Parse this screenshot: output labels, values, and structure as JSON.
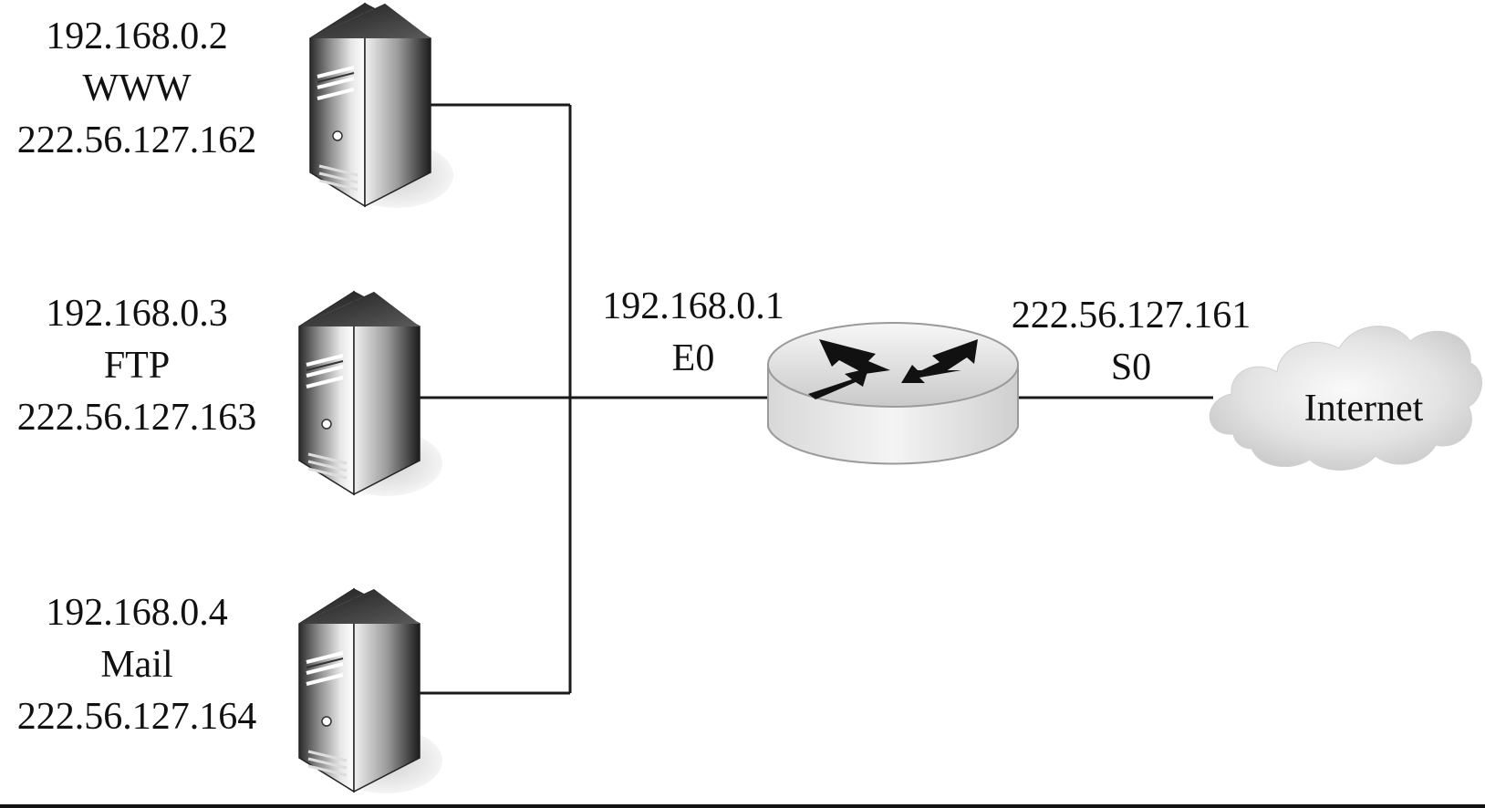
{
  "servers": [
    {
      "private_ip": "192.168.0.2",
      "service": "WWW",
      "public_ip": "222.56.127.162"
    },
    {
      "private_ip": "192.168.0.3",
      "service": "FTP",
      "public_ip": "222.56.127.163"
    },
    {
      "private_ip": "192.168.0.4",
      "service": "Mail",
      "public_ip": "222.56.127.164"
    }
  ],
  "router": {
    "e0_ip": "192.168.0.1",
    "e0_name": "E0",
    "s0_ip": "222.56.127.161",
    "s0_name": "S0"
  },
  "cloud": {
    "label": "Internet"
  },
  "icons": {
    "server": "server-tower-icon",
    "router": "router-icon",
    "cloud": "internet-cloud-icon"
  },
  "colors": {
    "line": "#1a1a1a",
    "text": "#111111"
  }
}
